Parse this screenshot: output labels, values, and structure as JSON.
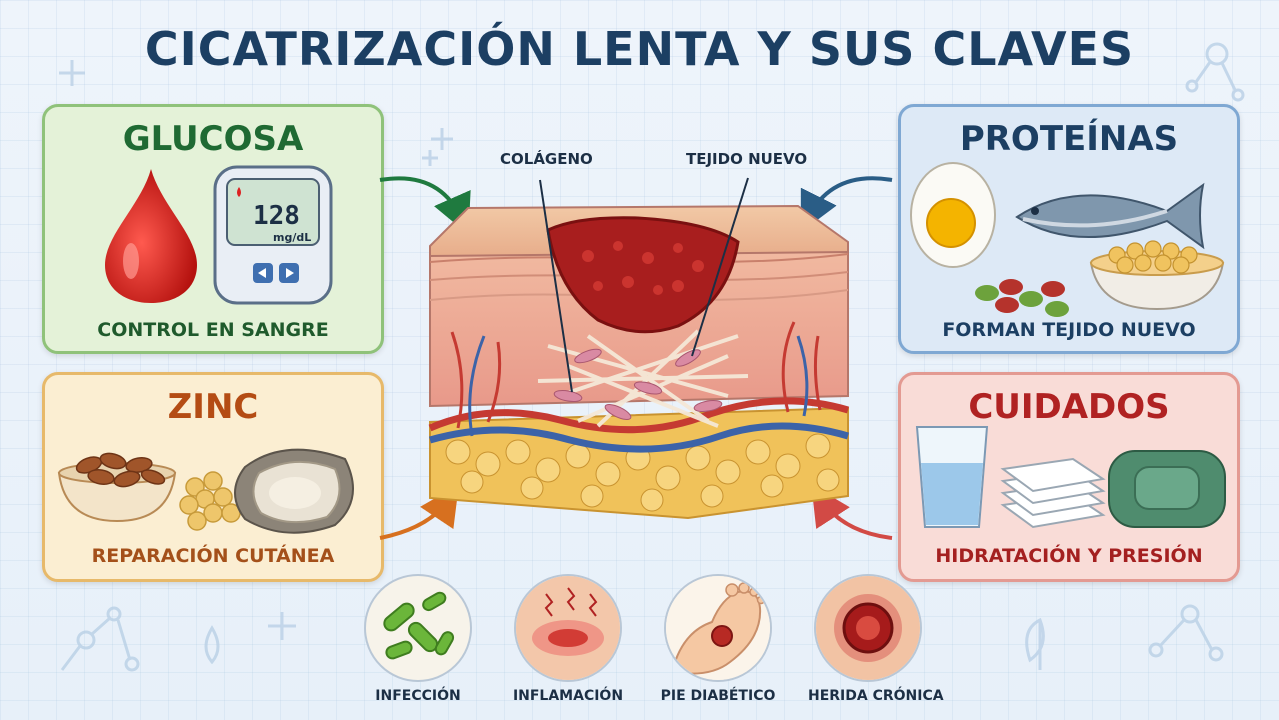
{
  "title": "CICATRIZACIÓN LENTA Y SUS CLAVES",
  "panels": {
    "glucosa": {
      "title": "GLUCOSA",
      "caption": "CONTROL EN SANGRE",
      "meter_value": "128",
      "meter_unit": "mg/dL"
    },
    "zinc": {
      "title": "ZINC",
      "caption": "REPARACIÓN CUTÁNEA"
    },
    "proteinas": {
      "title": "PROTEÍNAS",
      "caption": "FORMAN TEJIDO NUEVO"
    },
    "cuidados": {
      "title": "CUIDADOS",
      "caption": "HIDRATACIÓN Y PRESIÓN"
    }
  },
  "skin": {
    "label_collagen": "COLÁGENO",
    "label_new_tissue": "TEJIDO NUEVO"
  },
  "complications": [
    {
      "label": "INFECCIÓN",
      "icon": "bacteria-icon"
    },
    {
      "label": "INFLAMACIÓN",
      "icon": "inflamed-skin-icon"
    },
    {
      "label": "PIE DIABÉTICO",
      "icon": "diabetic-foot-icon"
    },
    {
      "label": "HERIDA CRÓNICA",
      "icon": "chronic-wound-icon"
    }
  ],
  "colors": {
    "title": "#1c3f63",
    "glucosa": "#1f6a33",
    "zinc": "#b44c14",
    "proteinas": "#1c3f63",
    "cuidados": "#b02222"
  }
}
